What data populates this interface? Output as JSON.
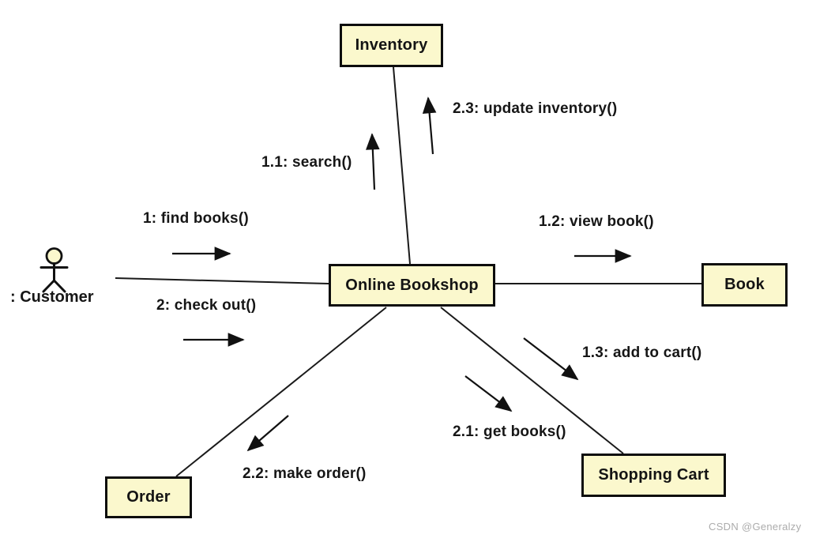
{
  "diagram": {
    "type": "uml-communication-diagram",
    "subject": "Online Bookshop"
  },
  "nodes": {
    "inventory": {
      "label": "Inventory"
    },
    "online_bookshop": {
      "label": "Online Bookshop"
    },
    "book": {
      "label": "Book"
    },
    "shopping_cart": {
      "label": "Shopping Cart"
    },
    "order": {
      "label": "Order"
    },
    "customer": {
      "label": ": Customer"
    }
  },
  "messages": {
    "find_books": {
      "label": "1: find books()",
      "from": "customer",
      "to": "online_bookshop",
      "direction": "right"
    },
    "search": {
      "label": "1.1: search()",
      "from": "online_bookshop",
      "to": "inventory",
      "direction": "up"
    },
    "view_book": {
      "label": "1.2: view book()",
      "from": "online_bookshop",
      "to": "book",
      "direction": "right"
    },
    "add_to_cart": {
      "label": "1.3: add to cart()",
      "from": "online_bookshop",
      "to": "shopping_cart",
      "direction": "down-right"
    },
    "check_out": {
      "label": "2: check out()",
      "from": "customer",
      "to": "online_bookshop",
      "direction": "right"
    },
    "get_books": {
      "label": "2.1: get books()",
      "from": "online_bookshop",
      "to": "shopping_cart",
      "direction": "down-right"
    },
    "make_order": {
      "label": "2.2: make order()",
      "from": "online_bookshop",
      "to": "order",
      "direction": "down-left"
    },
    "update_inventory": {
      "label": "2.3: update inventory()",
      "from": "online_bookshop",
      "to": "inventory",
      "direction": "up"
    }
  },
  "watermark": {
    "text": "CSDN @Generalzy"
  },
  "colors": {
    "node_fill": "#fbf8cd",
    "node_border": "#0d0d0d",
    "line": "#1a1a1a",
    "background": "#ffffff",
    "watermark": "#acacac"
  }
}
